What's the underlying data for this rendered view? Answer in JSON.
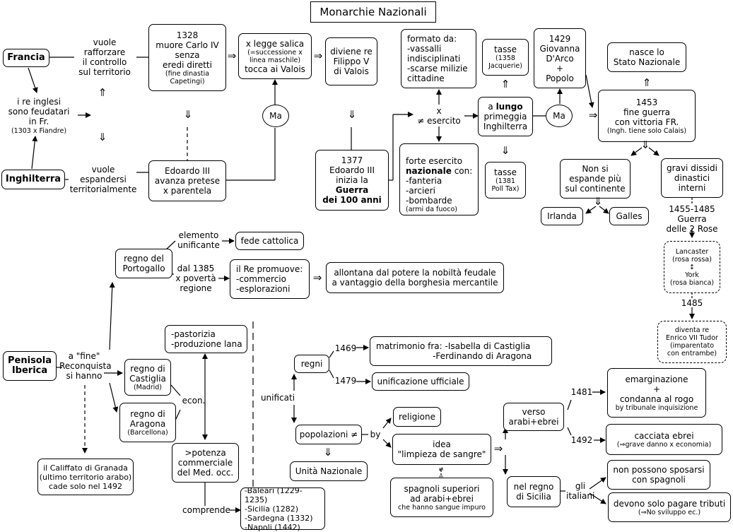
{
  "title": "Monarchie Nazionali",
  "francia": {
    "label": "Francia",
    "vuole": "vuole\nrafforzare\nil controllo\nsul territorio",
    "ire": "i re inglesi\nsono feudatari\nin Fr.",
    "ire_note": "(1303 x Fiandre)",
    "carlo": "1328\nmuore Carlo IV\nsenza\neredi diretti",
    "carlo_note": "(fine dinastia\nCapetingi)",
    "salica_1": "x legge salica",
    "salica_2": "(=successione x\nlinea maschile)",
    "salica_3": "tocca ai Valois",
    "ma": "Ma",
    "filippo": "diviene re\nFilippo V\ndi Valois",
    "eng_label": "Inghilterra",
    "eng_vuole": "vuole\nespandersi\nterritorialmente",
    "edoardo_pretese": "Edoardo III\navanza pretese\nx parentela",
    "anno1377": "1377\nEdoardo III\ninizia la",
    "guerra": "Guerra\ndei 100 anni",
    "formato": "formato da:\n-vassalli\n indisciplinati\n-scarse milizie\n cittadine",
    "x_esercito": "x\n≠ esercito",
    "forte_1": "forte esercito",
    "forte_2": "nazionale",
    "forte_3": " con:\n-fanteria\n-arcieri\n-bombarde",
    "forte_note": "(armi da fuoco)",
    "tasse_1358": "tasse",
    "tasse_1358_note": "(1358\nJacquerie)",
    "lungo_1": "a ",
    "lungo_2": "lungo",
    "lungo_3": "primeggia\nInghilterra",
    "ma2": "Ma",
    "tasse_1381": "tasse",
    "tasse_1381_note": "(1381\nPoll Tax)",
    "giovanna": "1429\nGiovanna\nD'Arco\n+\nPopolo",
    "stato": "nasce lo\nStato Nazionale",
    "fine": "1453\nfine guerra\ncon vittoria FR.",
    "fine_note": "(Ingh. tiene solo Calais)",
    "non_espande": "Non si\nespande più\nsul continente",
    "irlanda": "Irlanda",
    "galles": "Galles",
    "dissidi": "gravi dissidi\ndinastici\ninterni",
    "rose": "1455-1485\nGuerra\ndelle 2 Rose",
    "lancaster": "Lancaster\n(rosa rossa)\n↕\nYork\n(rosa bianca)",
    "anno1485": "1485",
    "tudor": "diventa re\nEnrico VII Tudor\n(imparentato\ncon entrambe)"
  },
  "portogallo": {
    "regno": "regno del\nPortogallo",
    "elemento": "elemento\nunificante",
    "fede": "fede cattolica",
    "dal1385": "dal 1385\nx povertà\nregione",
    "promuove": "il Re promuove:\n-commercio\n-esplorazioni",
    "allontana": "allontana dal potere la nobiltà feudale\na vantaggio della borghesia mercantile"
  },
  "iberica": {
    "label": "Penisola\nIberica",
    "fine_reconquista": "a \"fine\"\nReconquista\nsi hanno",
    "califfato": "il Califfato di Granada\n(ultimo territorio arabo)\ncade solo nel 1492",
    "castiglia": "regno di\nCastiglia",
    "castiglia_note": "(Madrid)",
    "aragona": "regno di\nAragona",
    "aragona_note": "(Barcellona)",
    "pastorizia": "-pastorizia\n-produzione lana",
    "econ": "econ.",
    "potenza": ">potenza\ncommerciale\ndel Med. occ.",
    "comprende": "comprende",
    "isole": "-Baleari (1229-1235)\n-Sicilia (1282)\n-Sardegna (1332)\n-Napoli (1442)",
    "unificati": "unificati",
    "regni": "regni",
    "anno1469": "1469",
    "matrimonio": "matrimonio fra: -Isabella di Castiglia\n                     -Ferdinando di Aragona",
    "anno1479": "1479",
    "unificazione": "unificazione ufficiale",
    "popolazioni": "popolazioni ≠",
    "by": "by",
    "unita": "Unità Nazionale",
    "religione": "religione",
    "limpieza": "idea\n\"limpieza de sangre\"",
    "eq": "≠\n=",
    "spagnoli": "spagnoli superiori\nad arabi+ebrei",
    "spagnoli_note": "che hanno sangue impuro",
    "verso": "verso\narabi+ebrei",
    "sicilia": "nel regno\ndi Sicilia",
    "gli_italiani": "gli\nitaliani",
    "anno1481": "1481",
    "anno1492": "1492",
    "emarginazione": "emarginazione\n+\ncondanna al rogo",
    "emarginazione_note": "by tribunale inquisizione",
    "cacciata": "cacciata ebrei",
    "cacciata_note": "(⇒grave danno x economia)",
    "sposarsi": "non possono sposarsi\ncon spagnoli",
    "tributi": "devono solo pagare tributi",
    "tributi_note": "(⇒No sviluppo ec.)"
  },
  "arrows": {
    "down": "⇓",
    "up": "⇑",
    "right": "⇒"
  }
}
